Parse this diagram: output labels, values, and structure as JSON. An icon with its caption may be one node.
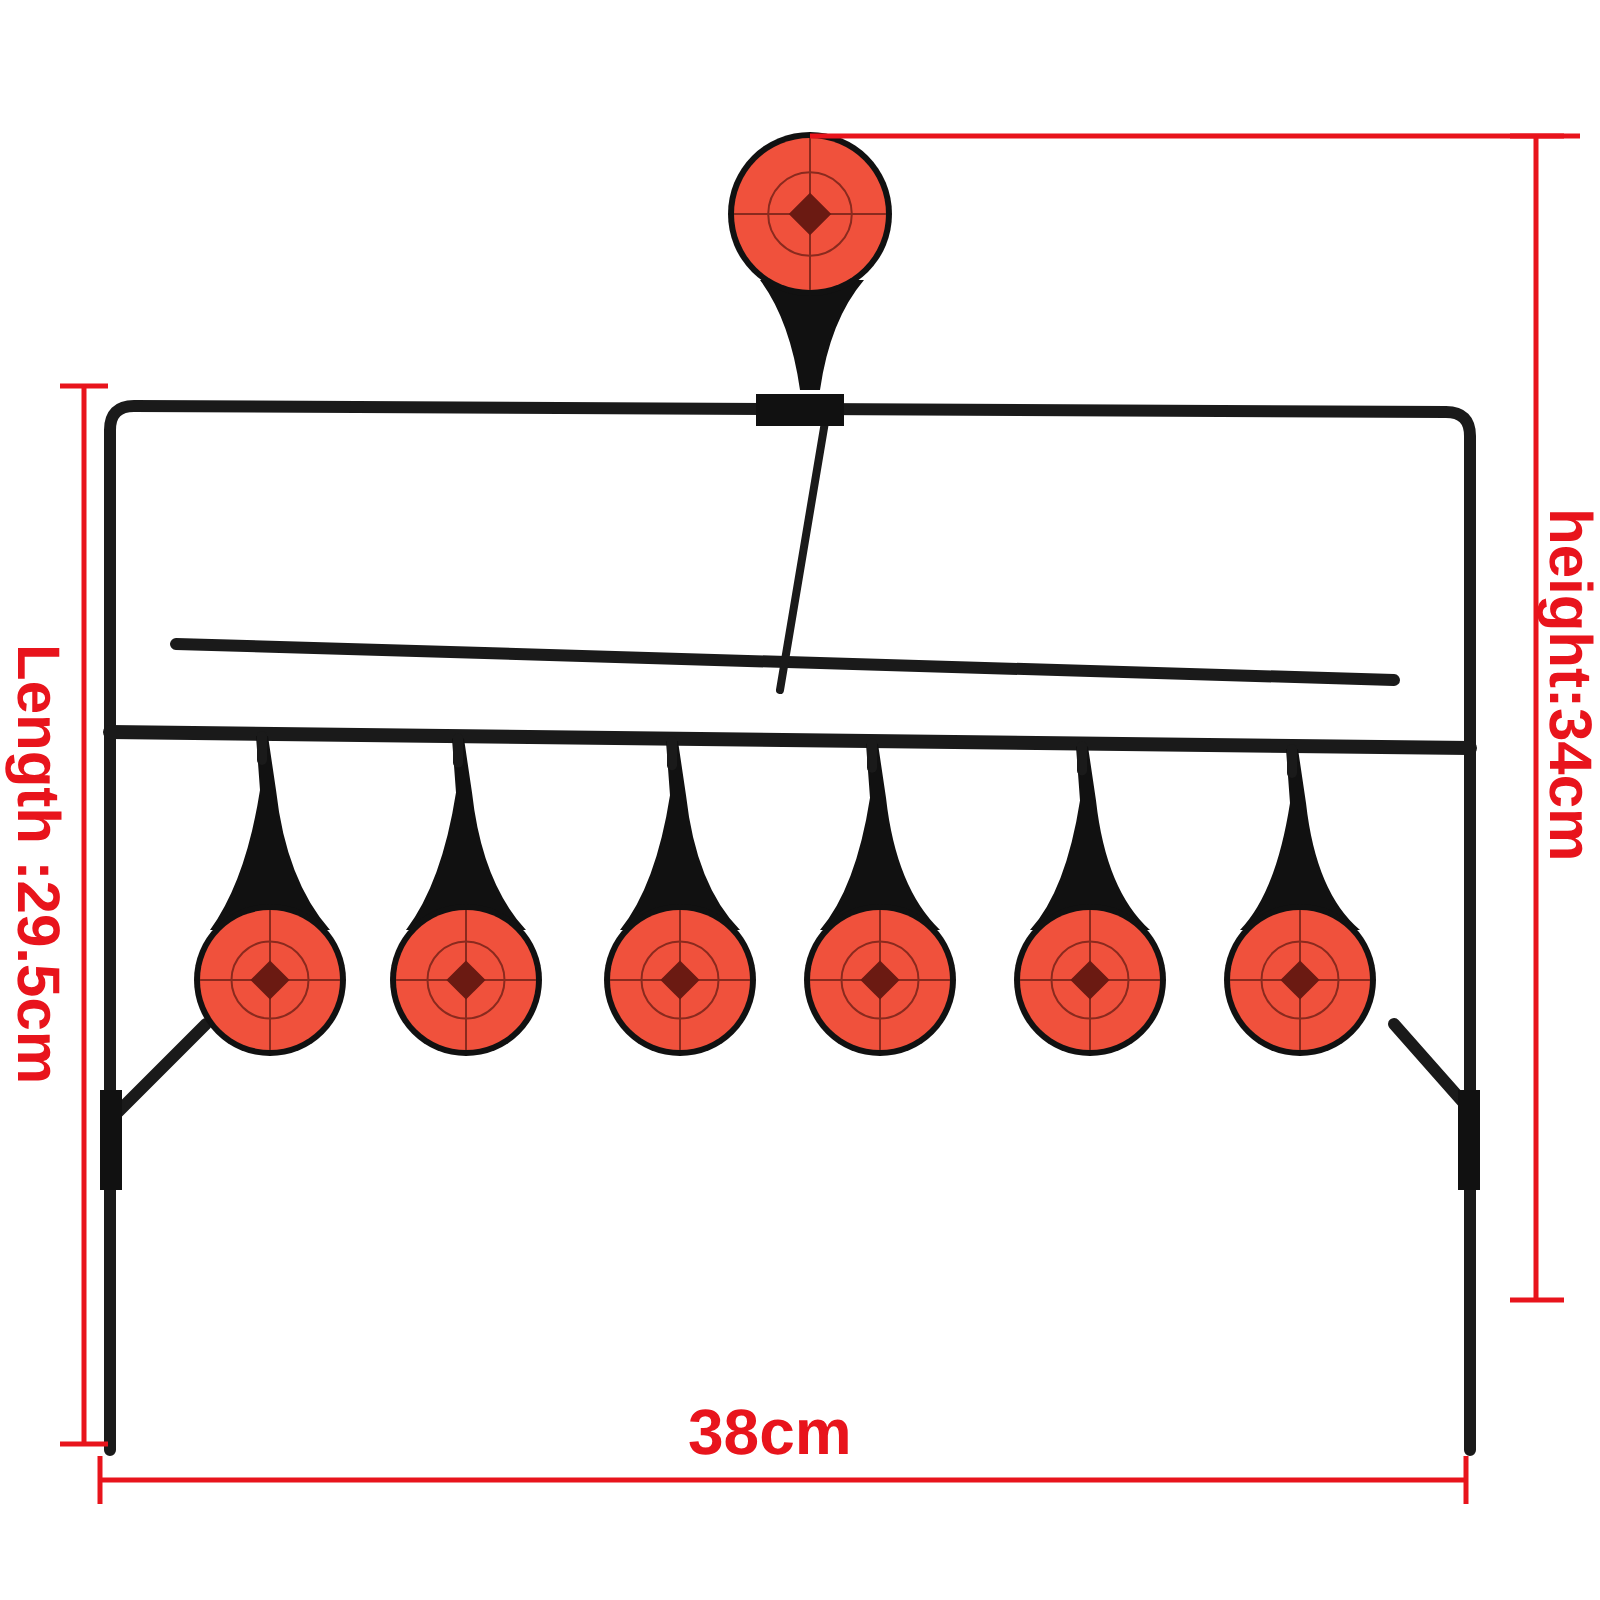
{
  "diagram": {
    "labels": [
      "height:34cm",
      "Length :29.5cm",
      "38cm"
    ]
  }
}
